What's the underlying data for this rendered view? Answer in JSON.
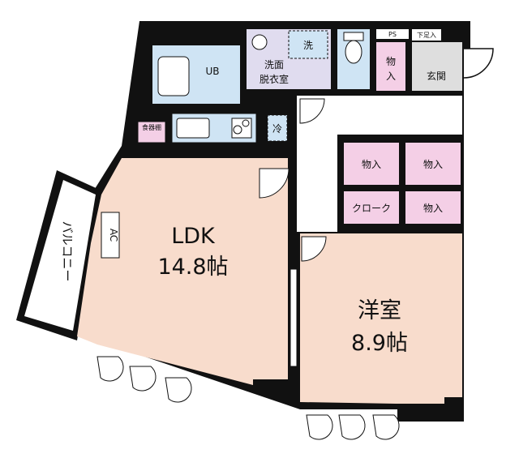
{
  "colors": {
    "wall": "#111111",
    "ldk_floor": "#f8dccc",
    "western_floor": "#f8dccc",
    "wet_area": "#cfe4f4",
    "washroom": "#e0dcef",
    "storage": "#f4cfe6",
    "entrance": "#dedede",
    "balcony": "#ffffff"
  },
  "rooms": {
    "ldk": {
      "name": "LDK",
      "size": "14.8帖"
    },
    "western": {
      "name": "洋室",
      "size": "8.9帖"
    },
    "washroom": {
      "line1": "洗面",
      "line2": "脱衣室"
    },
    "bath": {
      "name": "UB"
    },
    "entrance": {
      "name": "玄関"
    },
    "balcony": {
      "name": "バルコニー"
    }
  },
  "labels": {
    "washer": "洗",
    "fridge": "冷",
    "pantry": "食器棚",
    "ac": "AC",
    "ps": "PS",
    "shoe_box": "下足入",
    "storage_entry_1": "物",
    "storage_entry_2": "入",
    "storage": "物入",
    "closet": "クローク"
  }
}
